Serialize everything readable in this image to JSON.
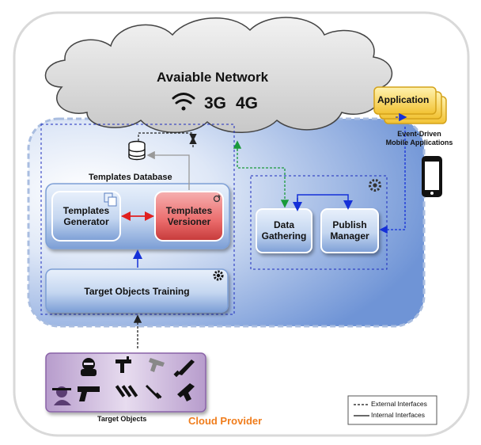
{
  "network": {
    "title": "Avaiable Network",
    "bands": [
      "3G",
      "4G"
    ]
  },
  "application": {
    "label": "Application",
    "caption_line1": "Event-Driven",
    "caption_line2": "Mobile Applications"
  },
  "templates": {
    "database_label": "Templates Database",
    "generator_line1": "Templates",
    "generator_line2": "Generator",
    "versioner_line1": "Templates",
    "versioner_line2": "Versioner"
  },
  "training": {
    "label": "Target Objects Training"
  },
  "services": {
    "data_line1": "Data",
    "data_line2": "Gathering",
    "publish_line1": "Publish",
    "publish_line2": "Manager"
  },
  "objects": {
    "caption": "Target Objects",
    "icons": [
      "robber-mask-icon",
      "uzi-icon",
      "revolver-icon",
      "knife-icon",
      "hidden-person-icon",
      "pistol-icon",
      "ammo-icon",
      "dagger-icon",
      "gun-icon"
    ]
  },
  "provider": {
    "label": "Cloud Provider",
    "color": "#f07d1c"
  },
  "legend": {
    "external": "External Interfaces",
    "internal": "Internal Interfaces"
  },
  "colors": {
    "blue_panel": "#7c9fdc",
    "box_blue": "#c6d8f2",
    "versioner_red": "#ea6b6b",
    "app_yellow": "#f8d54f",
    "arrow_red": "#e02020",
    "arrow_blue": "#1530d8",
    "arrow_green": "#1a9a3a",
    "objects_purple": "#8a64a8"
  }
}
